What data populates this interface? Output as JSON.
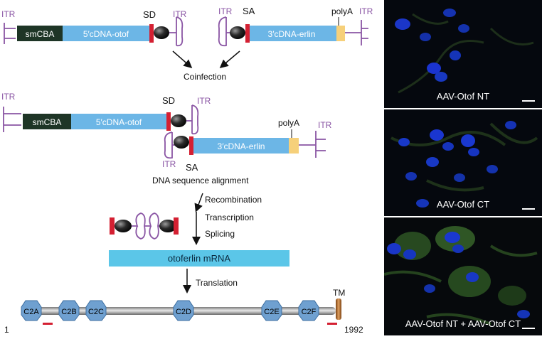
{
  "labels": {
    "itr": "ITR",
    "smcba": "smCBA",
    "sd": "SD",
    "sa": "SA",
    "polya": "polyA",
    "cdna5": "5′cDNA-otof",
    "cdna3": "3′cDNA-erlin"
  },
  "steps": {
    "coinfection": "Coinfection",
    "alignment": "DNA sequence alignment",
    "recombination": "Recombination",
    "transcription": "Transcription",
    "splicing": "Splicing",
    "mrna": "otoferlin mRNA",
    "translation": "Translation"
  },
  "protein": {
    "domains": [
      "C2A",
      "C2B",
      "C2C",
      "C2D",
      "C2E",
      "C2F"
    ],
    "tm": "TM",
    "start": "1",
    "end": "1992"
  },
  "panels": [
    {
      "caption": "AAV-Otof NT"
    },
    {
      "caption": "AAV-Otof CT"
    },
    {
      "caption": "AAV-Otof NT + AAV-Otof CT"
    }
  ],
  "colors": {
    "cdna": "#6cb6e6",
    "promoter": "#1e3526",
    "junction": "#d42032",
    "polya": "#f6d07a",
    "itr": "#8a55a4",
    "mrna": "#5bc6e8",
    "domain": "#6fa0d0",
    "tm": "#b06830",
    "nuclei": "#1a3ce0",
    "cytoplasm": "#4a9a3a"
  }
}
